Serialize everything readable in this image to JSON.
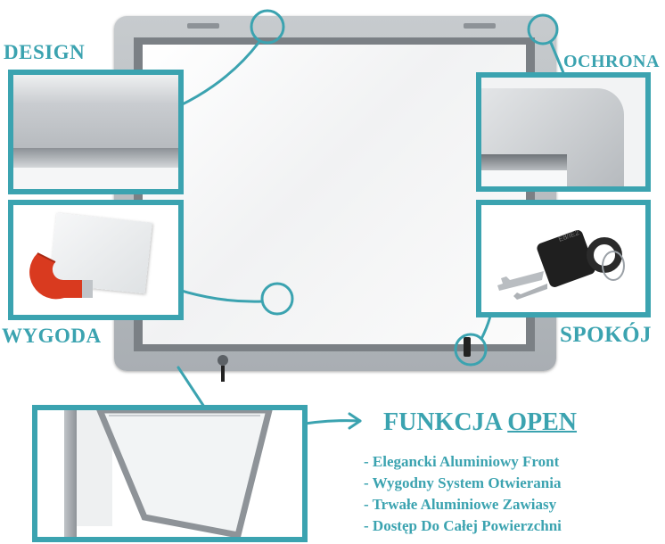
{
  "labels": {
    "design": "DESIGN",
    "ochrona": "OCHRONA",
    "wygoda": "WYGODA",
    "spokoj": "SPOKÓJ"
  },
  "open_section": {
    "title_prefix": "FUNKCJA ",
    "title_highlight": "OPEN",
    "features": [
      "- Elegancki Aluminiowy Front",
      "- Wygodny System Otwierania",
      "- Trwałe Aluminiowe Zawiasy",
      "- Dostęp Do Całej Powierzchni"
    ]
  },
  "key_tag_text": "E8/IE2",
  "colors": {
    "accent": "#3ba3b0",
    "frame": "#a9aeb3",
    "magnet_red": "#d93a1f"
  }
}
